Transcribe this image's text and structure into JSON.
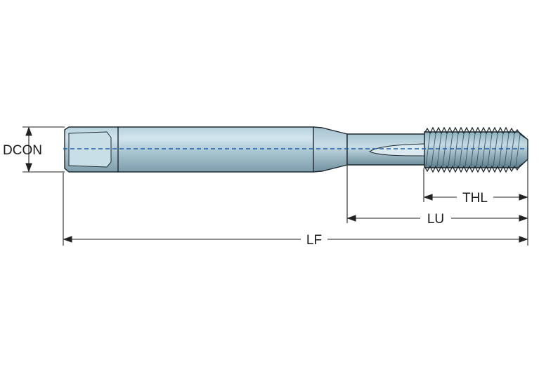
{
  "diagram": {
    "labels": {
      "dcon": "DCON",
      "thl": "THL",
      "lu": "LU",
      "lf": "LF"
    },
    "colors": {
      "body_light": "#c5dce6",
      "body_mid": "#a3c0cd",
      "body_dark": "#6f8f9e",
      "outline": "#1e2a30",
      "centerline": "#1f5fa8",
      "dimension": "#222222"
    }
  }
}
